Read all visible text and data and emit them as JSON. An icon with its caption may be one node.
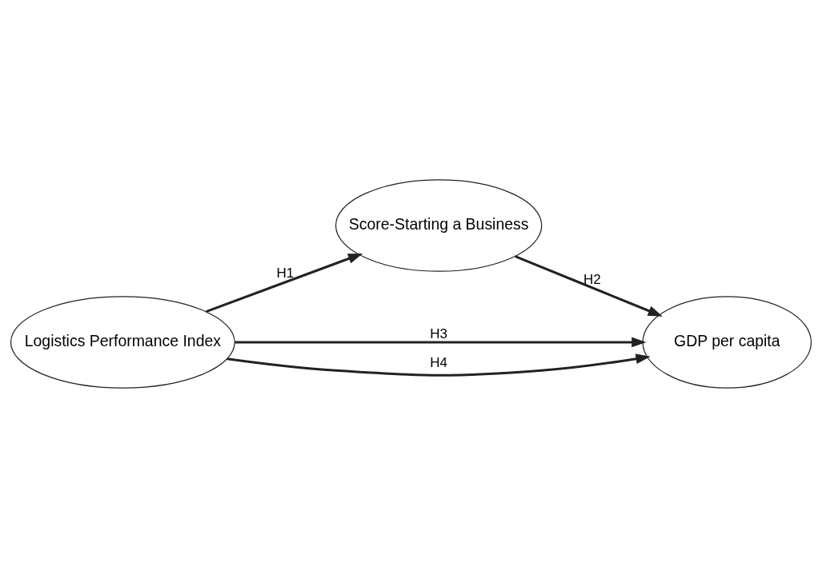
{
  "diagram": {
    "nodes": [
      {
        "text": [
          "Score-Starting a Business"
        ]
      },
      {
        "text": [
          "Logistics Performance Index"
        ]
      },
      {
        "text": [
          "GDP per capita"
        ]
      }
    ],
    "edges": [
      {
        "from": 1,
        "to": 0,
        "arrow": "to",
        "label": "H1"
      },
      {
        "from": 0,
        "to": 2,
        "arrow": "to",
        "label": "H2"
      },
      {
        "from": 1,
        "to": 2,
        "arrow": "to",
        "label": "H3"
      },
      {
        "from": 1,
        "to": 2,
        "arrow": "to",
        "label": "H4"
      }
    ]
  }
}
